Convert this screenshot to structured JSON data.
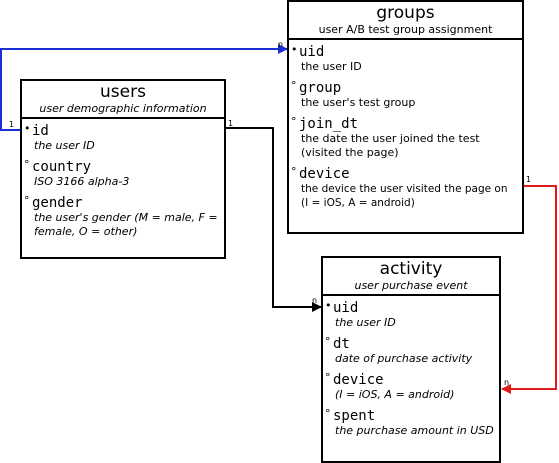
{
  "entities": {
    "users": {
      "title": "users",
      "subtitle": "user demographic information",
      "fields": [
        {
          "marker": "•",
          "name": "id",
          "desc": "the user ID"
        },
        {
          "marker": "°",
          "name": "country",
          "desc": "ISO 3166 alpha-3"
        },
        {
          "marker": "°",
          "name": "gender",
          "desc": "the user's gender (M = male, F =\nfemale, O = other)"
        }
      ]
    },
    "groups": {
      "title": "groups",
      "subtitle": "user A/B test group assignment",
      "fields": [
        {
          "marker": "•",
          "name": "uid",
          "desc": "the user ID"
        },
        {
          "marker": "°",
          "name": "group",
          "desc": "the user's test group"
        },
        {
          "marker": "°",
          "name": "join_dt",
          "desc": "the date the user joined the test\n(visited the page)"
        },
        {
          "marker": "°",
          "name": "device",
          "desc": "the device the user visited the page on\n(I = iOS, A = android)"
        }
      ]
    },
    "activity": {
      "title": "activity",
      "subtitle": "user purchase event",
      "fields": [
        {
          "marker": "•",
          "name": "uid",
          "desc": "the user ID"
        },
        {
          "marker": "°",
          "name": "dt",
          "desc": "date of purchase activity"
        },
        {
          "marker": "°",
          "name": "device",
          "desc": "(I = iOS, A = android)"
        },
        {
          "marker": "°",
          "name": "spent",
          "desc": "the purchase amount in USD"
        }
      ]
    }
  },
  "relations": [
    {
      "from": "users.id",
      "to": "groups.uid",
      "from_card": "1",
      "to_card": "n",
      "color": "#1a2fd6"
    },
    {
      "from": "users.id",
      "to": "activity.uid",
      "from_card": "1",
      "to_card": "n",
      "color": "#000000"
    },
    {
      "from": "groups.device",
      "to": "activity.device",
      "from_card": "1",
      "to_card": "n",
      "color": "#e01b1b"
    }
  ]
}
